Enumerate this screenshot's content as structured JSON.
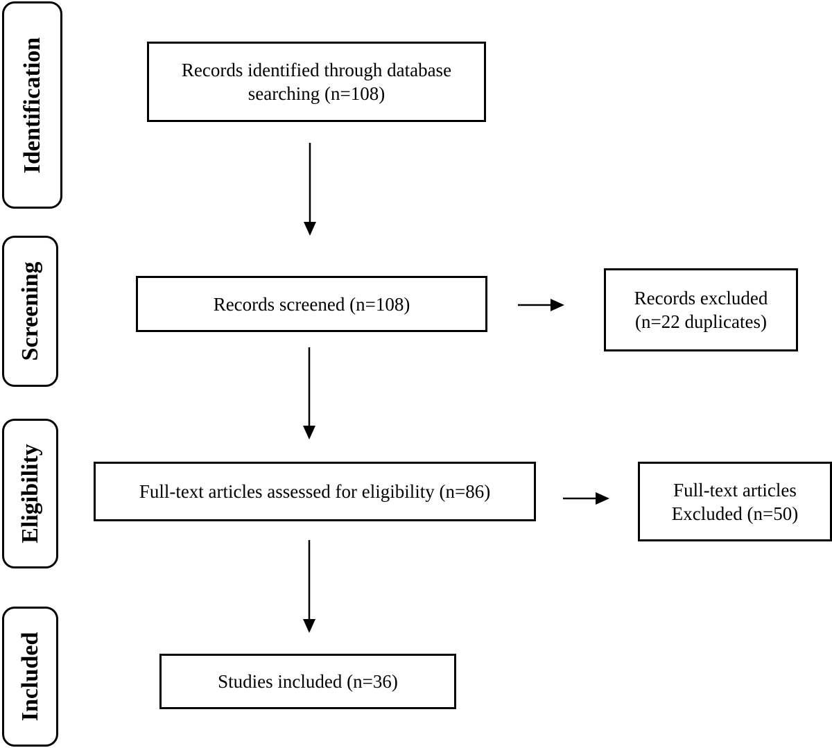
{
  "stages": {
    "identification": "Identification",
    "screening": "Screening",
    "eligibility": "Eligibility",
    "included": "Included"
  },
  "boxes": {
    "identified": "Records identified through database\nsearching  (n=108)",
    "screened": "Records screened (n=108)",
    "excluded": "Records excluded\n (n=22 duplicates)",
    "assessed": "Full-text articles assessed for eligibility (n=86)",
    "fulltext_excluded": "Full-text articles\nExcluded (n=50)",
    "included": "Studies included (n=36)"
  }
}
